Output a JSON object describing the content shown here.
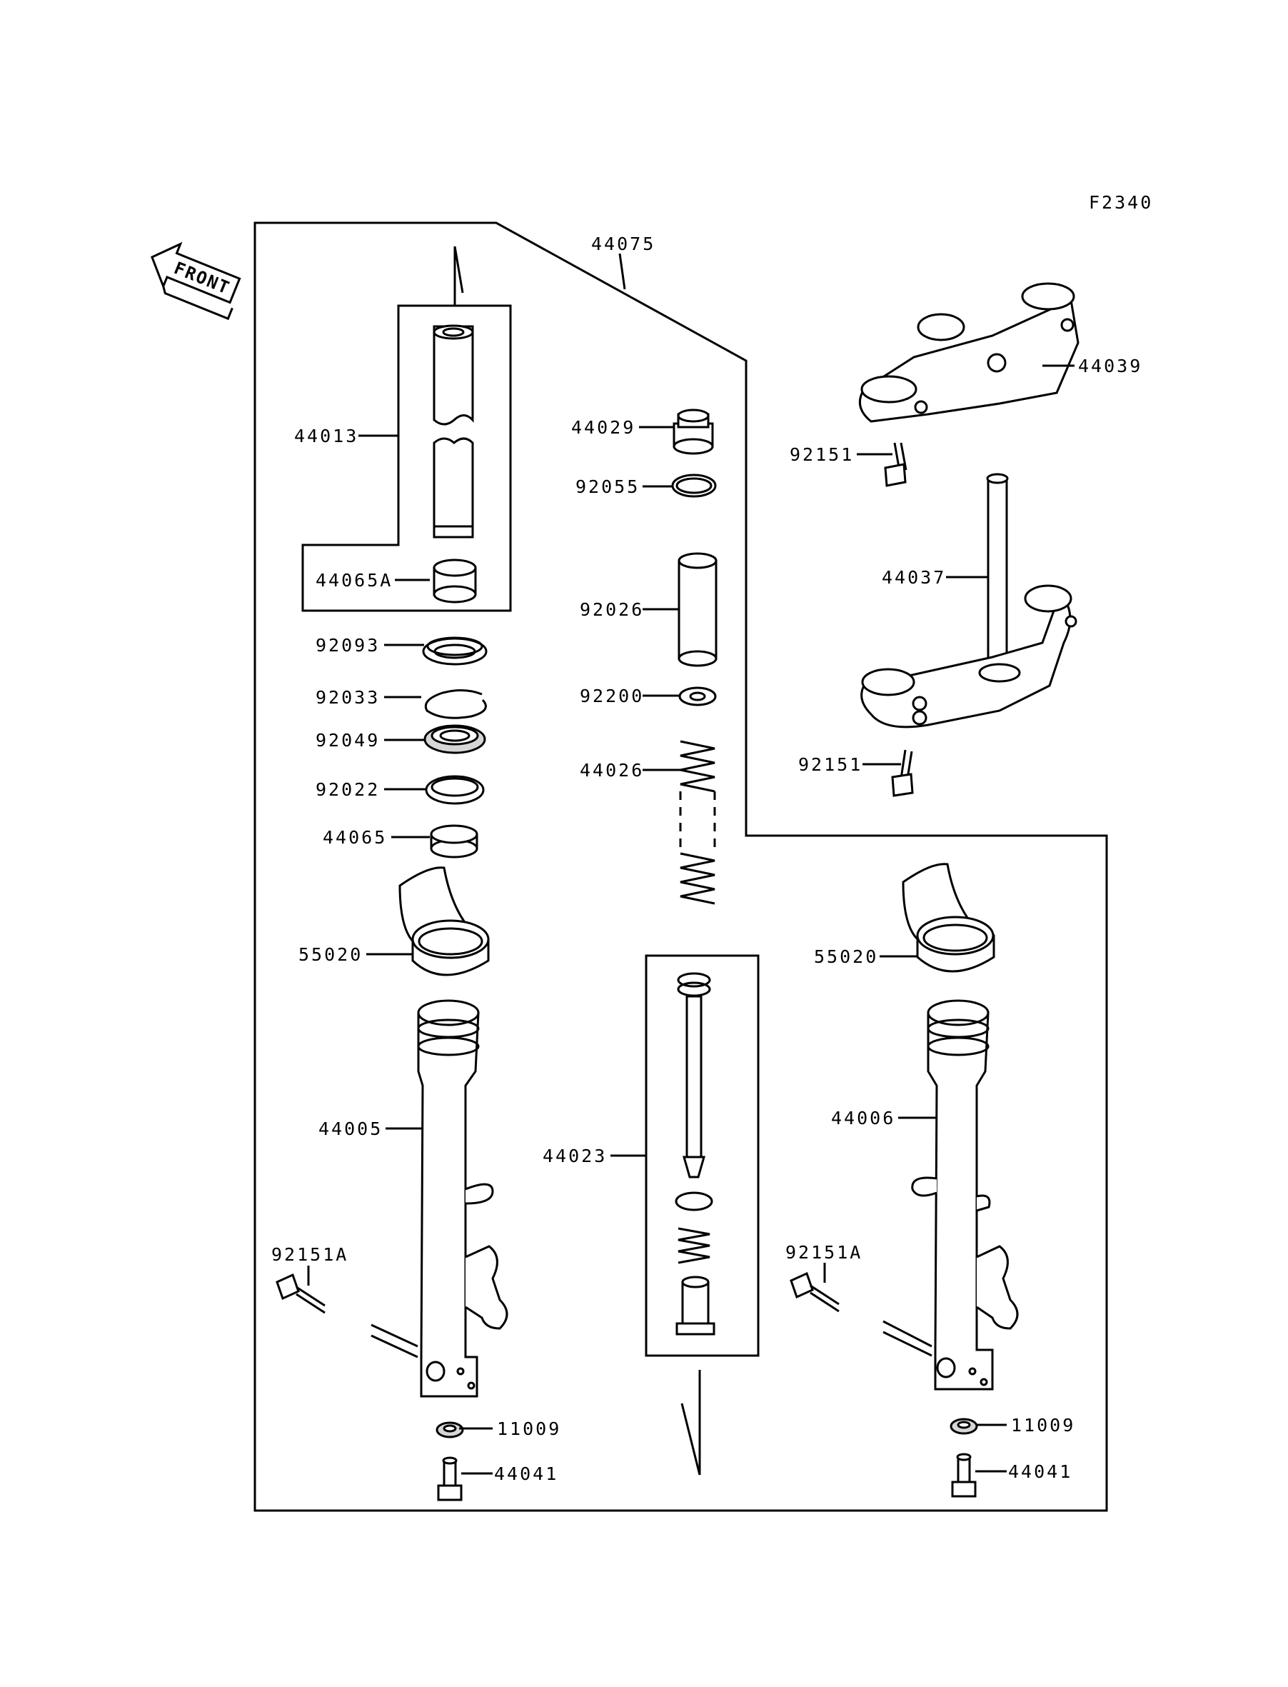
{
  "figure_code": "F2340",
  "front_badge": "FRONT",
  "parts": {
    "p44075": "44075",
    "p44013": "44013",
    "p44065A": "44065A",
    "p92093": "92093",
    "p92033": "92033",
    "p92049": "92049",
    "p92022": "92022",
    "p44065": "44065",
    "p55020_l": "55020",
    "p44005": "44005",
    "p92151A_l": "92151A",
    "p11009_l": "11009",
    "p44041_l": "44041",
    "p44029": "44029",
    "p92055": "92055",
    "p92026": "92026",
    "p92200": "92200",
    "p44026": "44026",
    "p44023": "44023",
    "p44039": "44039",
    "p92151_top": "92151",
    "p44037": "44037",
    "p92151_bot": "92151",
    "p55020_r": "55020",
    "p44006": "44006",
    "p92151A_r": "92151A",
    "p11009_r": "11009",
    "p44041_r": "44041"
  }
}
